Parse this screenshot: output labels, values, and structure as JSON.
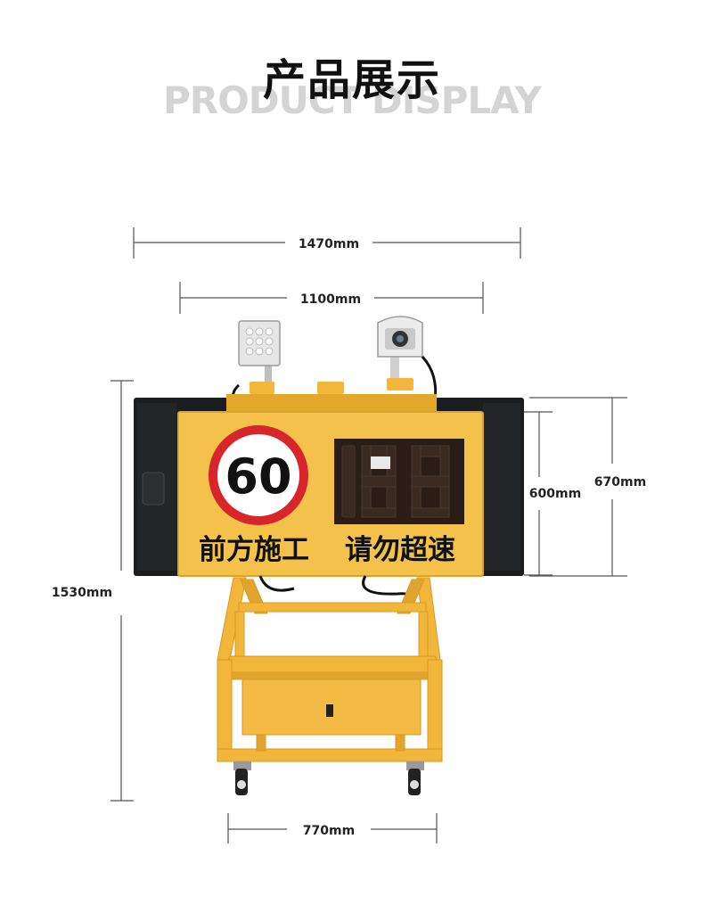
{
  "header": {
    "title": "产品展示",
    "watermark": "PRODUCT DISPLAY"
  },
  "sign": {
    "speed_limit": "60",
    "left_text": "前方施工",
    "right_text": "请勿超速"
  },
  "dimensions": {
    "overall_width": "1470mm",
    "board_width": "1100mm",
    "board_height_total": "670mm",
    "board_height": "600mm",
    "overall_height": "1530mm",
    "base_width": "770mm"
  },
  "colors": {
    "frame_yellow": "#f2b63a",
    "board_yellow": "#f4c24a",
    "panel_black": "#1b1d1f",
    "ring_red": "#d8252b"
  }
}
